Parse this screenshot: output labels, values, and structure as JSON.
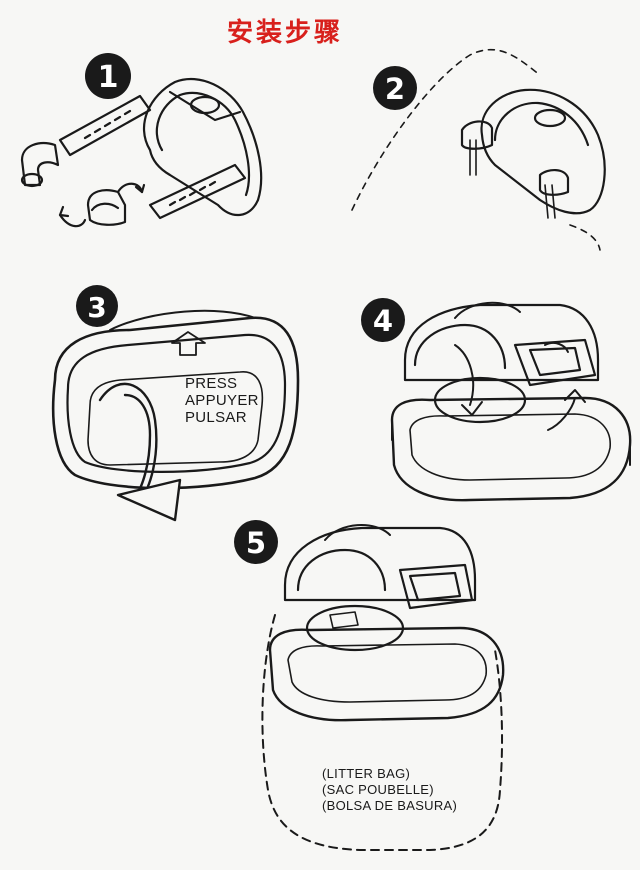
{
  "title": "安装步骤",
  "steps": [
    {
      "number": "1"
    },
    {
      "number": "2"
    },
    {
      "number": "3",
      "labels": [
        "PRESS",
        "APPUYER",
        "PULSAR"
      ]
    },
    {
      "number": "4"
    },
    {
      "number": "5",
      "labels": [
        "(LITTER BAG)",
        "(SAC POUBELLE)",
        "(BOLSA DE BASURA)"
      ]
    }
  ],
  "colors": {
    "title": "#d8201c",
    "ink": "#1a1a1a",
    "paper": "#f7f7f5"
  }
}
